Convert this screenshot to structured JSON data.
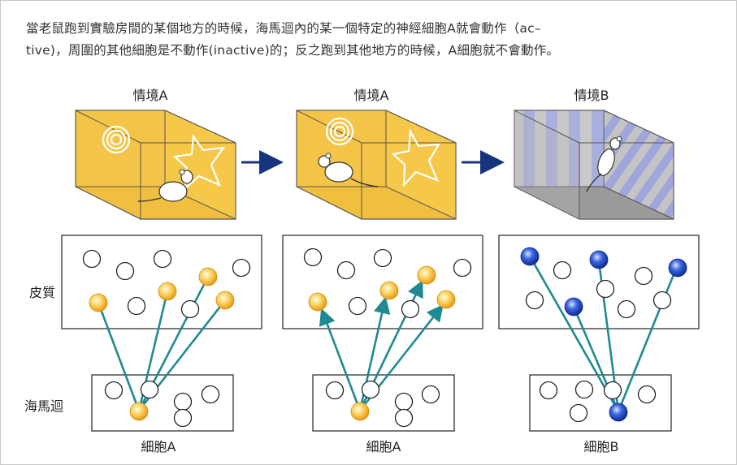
{
  "caption": {
    "line1": "當老鼠跑到實驗房間的某個地方的時候，海馬迴內的某一個特定的神經細胞A就會動作（ac–",
    "line2": "tive)，周圍的其他細胞是不動作(inactive)的；反之跑到其他地方的時候，A細胞就不會動作。"
  },
  "panels": [
    {
      "context_label": "情境A",
      "cell_label": "細胞A"
    },
    {
      "context_label": "情境A",
      "cell_label": "細胞A"
    },
    {
      "context_label": "情境B",
      "cell_label": "細胞B"
    }
  ],
  "rows": {
    "cortex": "皮質",
    "hippocampus": "海馬迴"
  },
  "colors": {
    "yellow_room": "#f2c347",
    "grey_room": "#bdbdbd",
    "stripe_blue": "#9fa7de",
    "teal_line": "#1f8a91",
    "arrow_navy": "#17357f",
    "active_yellow": "#f5b324",
    "active_blue": "#1f46c8"
  }
}
